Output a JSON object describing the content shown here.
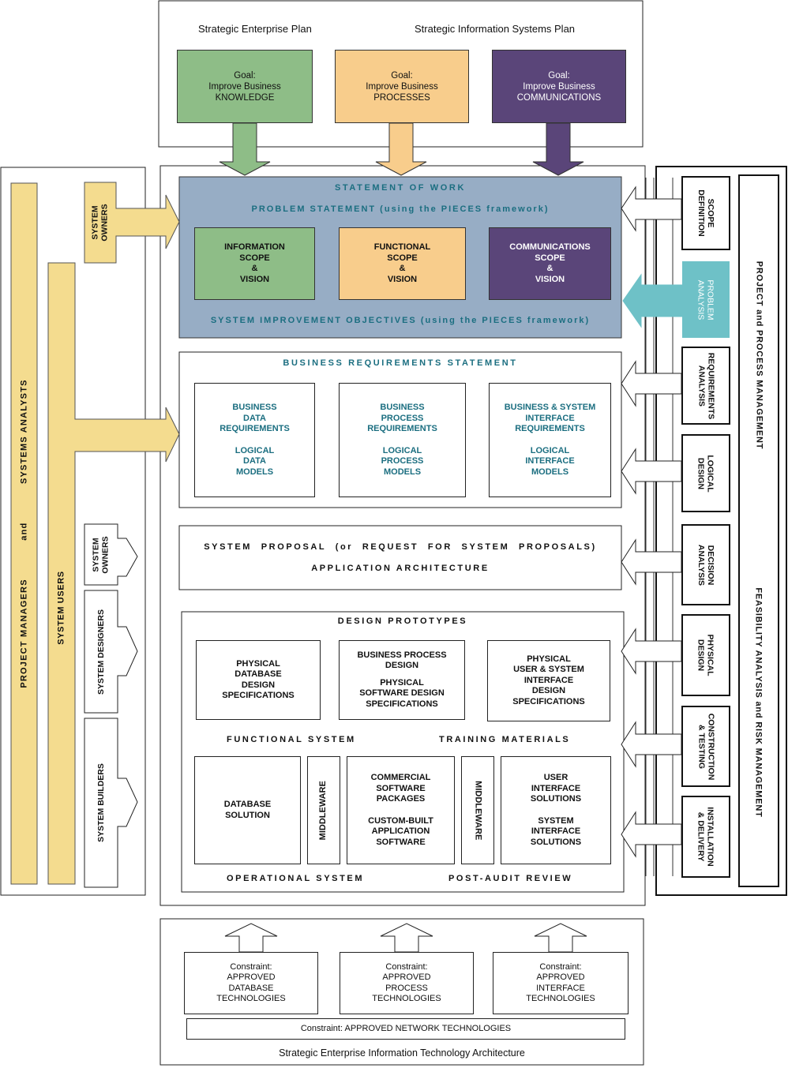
{
  "colors": {
    "green": "#8ebd87",
    "orange": "#f8cd8c",
    "purple": "#5a4579",
    "blue_box": "#97adc5",
    "teal_arrow": "#6ec1c7",
    "yellow": "#f4dc8f",
    "teal_text": "#1b6e80"
  },
  "top": {
    "plan_left": "Strategic Enterprise Plan",
    "plan_right": "Strategic Information Systems Plan",
    "goals": [
      {
        "l1": "Goal:",
        "l2": "Improve Business",
        "l3": "KNOWLEDGE"
      },
      {
        "l1": "Goal:",
        "l2": "Improve Business",
        "l3": "PROCESSES"
      },
      {
        "l1": "Goal:",
        "l2": "Improve Business",
        "l3": "COMMUNICATIONS"
      }
    ]
  },
  "scope": {
    "statement_of_work": "STATEMENT OF WORK",
    "problem_statement": "PROBLEM STATEMENT (using the PIECES framework)",
    "improvement": "SYSTEM IMPROVEMENT OBJECTIVES (using the PIECES framework)",
    "boxes": [
      {
        "l1": "INFORMATION",
        "l2": "SCOPE",
        "l3": "&",
        "l4": "VISION"
      },
      {
        "l1": "FUNCTIONAL",
        "l2": "SCOPE",
        "l3": "&",
        "l4": "VISION"
      },
      {
        "l1": "COMMUNICATIONS",
        "l2": "SCOPE",
        "l3": "&",
        "l4": "VISION"
      }
    ]
  },
  "requirements": {
    "title": "BUSINESS REQUIREMENTS STATEMENT",
    "boxes": [
      {
        "a1": "BUSINESS",
        "a2": "DATA",
        "a3": "REQUIREMENTS",
        "b1": "LOGICAL",
        "b2": "DATA",
        "b3": "MODELS"
      },
      {
        "a1": "BUSINESS",
        "a2": "PROCESS",
        "a3": "REQUIREMENTS",
        "b1": "LOGICAL",
        "b2": "PROCESS",
        "b3": "MODELS"
      },
      {
        "a1": "BUSINESS & SYSTEM",
        "a2": "INTERFACE",
        "a3": "REQUIREMENTS",
        "b1": "LOGICAL",
        "b2": "INTERFACE",
        "b3": "MODELS"
      }
    ]
  },
  "proposal": {
    "line1": "SYSTEM PROPOSAL (or REQUEST FOR SYSTEM PROPOSALS)",
    "line2": "APPLICATION ARCHITECTURE"
  },
  "design": {
    "title": "DESIGN PROTOTYPES",
    "box1": {
      "l1": "PHYSICAL",
      "l2": "DATABASE",
      "l3": "DESIGN",
      "l4": "SPECIFICATIONS"
    },
    "box2": {
      "l1": "BUSINESS PROCESS",
      "l2": "DESIGN",
      "l3": "PHYSICAL",
      "l4": "SOFTWARE DESIGN",
      "l5": "SPECIFICATIONS"
    },
    "box3": {
      "l1": "PHYSICAL",
      "l2": "USER & SYSTEM",
      "l3": "INTERFACE",
      "l4": "DESIGN",
      "l5": "SPECIFICATIONS"
    },
    "functional_system": "FUNCTIONAL SYSTEM",
    "training_materials": "TRAINING MATERIALS",
    "db_solution": {
      "l1": "DATABASE",
      "l2": "SOLUTION"
    },
    "middleware": "MIDDLEWARE",
    "software": {
      "l1": "COMMERCIAL",
      "l2": "SOFTWARE",
      "l3": "PACKAGES",
      "l4": "CUSTOM-BUILT",
      "l5": "APPLICATION",
      "l6": "SOFTWARE"
    },
    "ui_solutions": {
      "l1": "USER",
      "l2": "INTERFACE",
      "l3": "SOLUTIONS",
      "l4": "SYSTEM",
      "l5": "INTERFACE",
      "l6": "SOLUTIONS"
    },
    "operational_system": "OPERATIONAL SYSTEM",
    "post_audit": "POST-AUDIT REVIEW"
  },
  "left": {
    "pm_label_1": "PROJECT MANAGERS",
    "pm_label_and": "and",
    "pm_label_2": "SYSTEMS ANALYSTS",
    "system_users": "SYSTEM USERS",
    "system_owners_1": {
      "l1": "SYSTEM",
      "l2": "OWNERS"
    },
    "system_owners_2": {
      "l1": "SYSTEM",
      "l2": "OWNERS"
    },
    "system_designers": "SYSTEM DESIGNERS",
    "system_builders": "SYSTEM BUILDERS"
  },
  "right": {
    "phases": [
      {
        "l1": "SCOPE",
        "l2": "DEFINITION"
      },
      {
        "l1": "PROBLEM",
        "l2": "ANALYSIS"
      },
      {
        "l1": "REQUIREMENTS",
        "l2": "ANALYSIS"
      },
      {
        "l1": "LOGICAL",
        "l2": "DESIGN"
      },
      {
        "l1": "DECISION",
        "l2": "ANALYSIS"
      },
      {
        "l1": "PHYSICAL",
        "l2": "DESIGN"
      },
      {
        "l1": "CONSTRUCTION",
        "l2": "& TESTING"
      },
      {
        "l1": "INSTALLATION",
        "l2": "& DELIVERY"
      }
    ],
    "mgmt_1": "PROJECT and PROCESS MANAGEMENT",
    "mgmt_2": "FEASIBILITY ANALYSIS and RISK MANAGEMENT"
  },
  "bottom": {
    "constraints": [
      {
        "l1": "Constraint:",
        "l2": "APPROVED",
        "l3": "DATABASE",
        "l4": "TECHNOLOGIES"
      },
      {
        "l1": "Constraint:",
        "l2": "APPROVED",
        "l3": "PROCESS",
        "l4": "TECHNOLOGIES"
      },
      {
        "l1": "Constraint:",
        "l2": "APPROVED",
        "l3": "INTERFACE",
        "l4": "TECHNOLOGIES"
      }
    ],
    "network": "Constraint: APPROVED NETWORK TECHNOLOGIES",
    "architecture": "Strategic Enterprise Information Technology Architecture"
  }
}
